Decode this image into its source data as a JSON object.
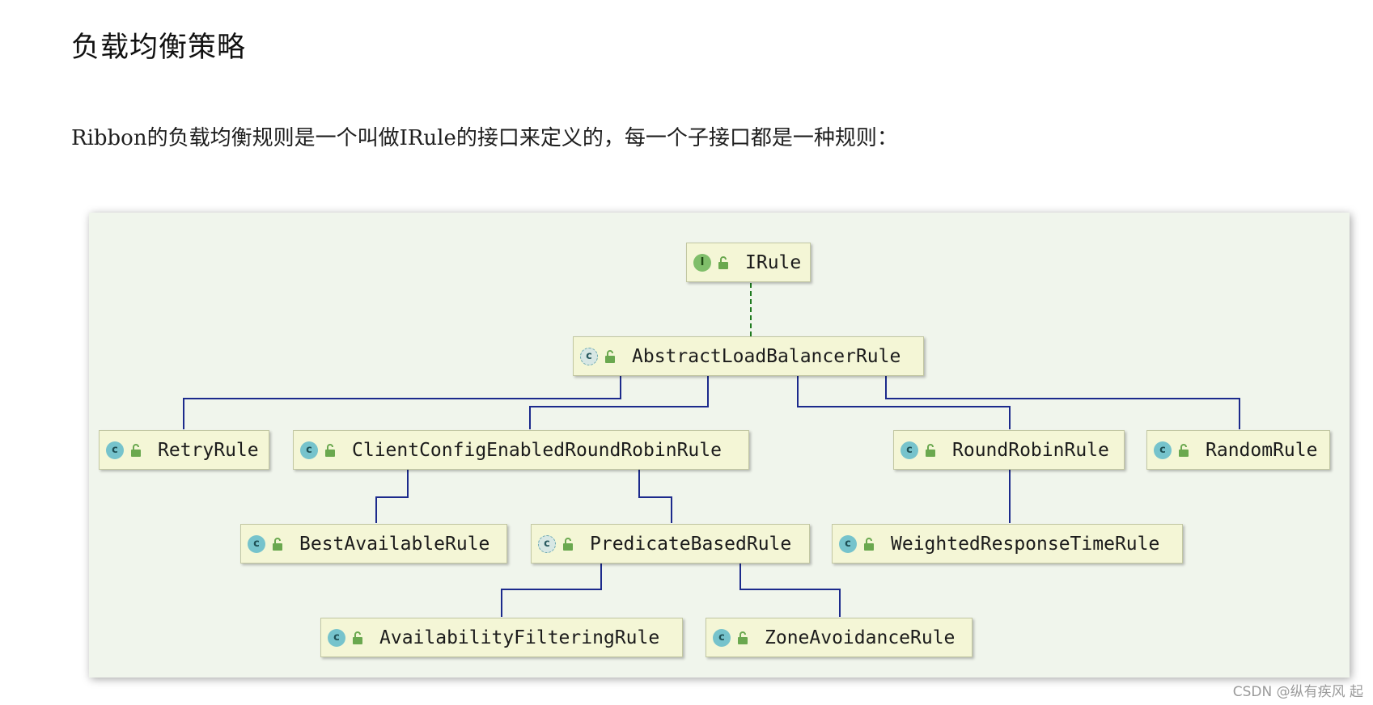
{
  "heading": "负载均衡策略",
  "paragraph": "Ribbon的负载均衡规则是一个叫做IRule的接口来定义的，每一个子接口都是一种规则：",
  "diagram": {
    "nodes": [
      {
        "id": "IRule",
        "label": "IRule",
        "kind": "interface",
        "badge": "I"
      },
      {
        "id": "AbstractLoadBalancerRule",
        "label": "AbstractLoadBalancerRule",
        "kind": "abstract",
        "badge": "c"
      },
      {
        "id": "RetryRule",
        "label": "RetryRule",
        "kind": "class",
        "badge": "c"
      },
      {
        "id": "ClientConfigEnabledRoundRobinRule",
        "label": "ClientConfigEnabledRoundRobinRule",
        "kind": "class",
        "badge": "c"
      },
      {
        "id": "RoundRobinRule",
        "label": "RoundRobinRule",
        "kind": "class",
        "badge": "c"
      },
      {
        "id": "RandomRule",
        "label": "RandomRule",
        "kind": "class",
        "badge": "c"
      },
      {
        "id": "BestAvailableRule",
        "label": "BestAvailableRule",
        "kind": "class",
        "badge": "c"
      },
      {
        "id": "PredicateBasedRule",
        "label": "PredicateBasedRule",
        "kind": "abstract",
        "badge": "c"
      },
      {
        "id": "WeightedResponseTimeRule",
        "label": "WeightedResponseTimeRule",
        "kind": "class",
        "badge": "c"
      },
      {
        "id": "AvailabilityFilteringRule",
        "label": "AvailabilityFilteringRule",
        "kind": "class",
        "badge": "c"
      },
      {
        "id": "ZoneAvoidanceRule",
        "label": "ZoneAvoidanceRule",
        "kind": "class",
        "badge": "c"
      }
    ],
    "edges": [
      {
        "from": "AbstractLoadBalancerRule",
        "to": "IRule",
        "type": "implements"
      },
      {
        "from": "RetryRule",
        "to": "AbstractLoadBalancerRule",
        "type": "extends"
      },
      {
        "from": "ClientConfigEnabledRoundRobinRule",
        "to": "AbstractLoadBalancerRule",
        "type": "extends"
      },
      {
        "from": "RoundRobinRule",
        "to": "AbstractLoadBalancerRule",
        "type": "extends"
      },
      {
        "from": "RandomRule",
        "to": "AbstractLoadBalancerRule",
        "type": "extends"
      },
      {
        "from": "BestAvailableRule",
        "to": "ClientConfigEnabledRoundRobinRule",
        "type": "extends"
      },
      {
        "from": "PredicateBasedRule",
        "to": "ClientConfigEnabledRoundRobinRule",
        "type": "extends"
      },
      {
        "from": "WeightedResponseTimeRule",
        "to": "RoundRobinRule",
        "type": "extends"
      },
      {
        "from": "AvailabilityFilteringRule",
        "to": "PredicateBasedRule",
        "type": "extends"
      },
      {
        "from": "ZoneAvoidanceRule",
        "to": "PredicateBasedRule",
        "type": "extends"
      }
    ],
    "colors": {
      "background": "#f0f5ec",
      "node_fill": "#f4f6d6",
      "extends_line": "#1c2a8c",
      "implements_line": "#1f7a1f",
      "class_badge": "#76c3cc",
      "interface_badge": "#7fbe6a"
    }
  },
  "watermark": "CSDN @纵有疾风 起"
}
